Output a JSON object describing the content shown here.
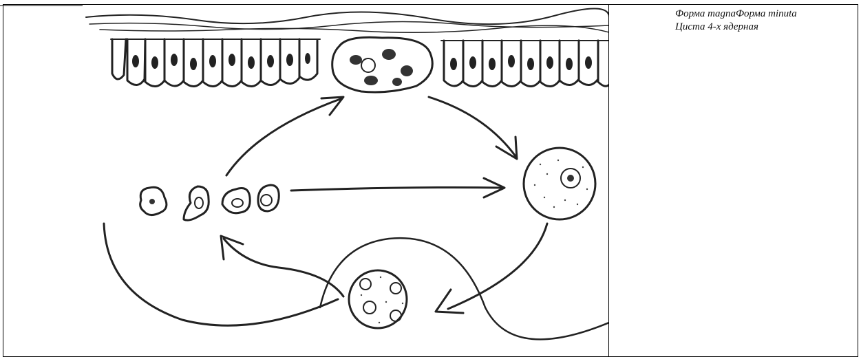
{
  "figure": {
    "icon": "amoeba-life-cycle-drawing"
  },
  "caption": {
    "line1_part1": "Форма magna",
    "line1_part2": "Форма minuta",
    "line2": "Циста 4-х ядерная"
  }
}
